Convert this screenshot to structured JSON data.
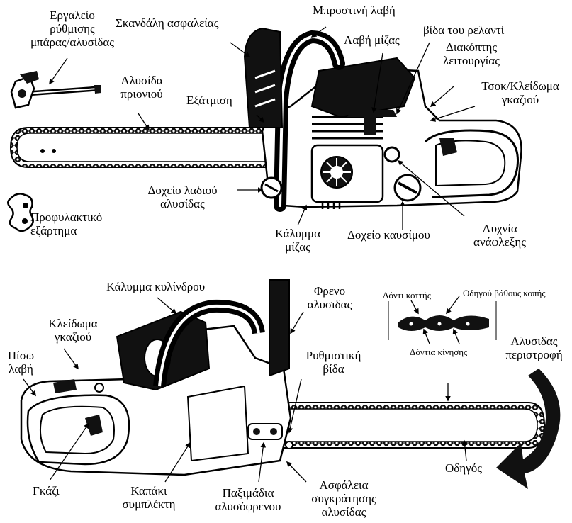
{
  "top_labels": {
    "tool": [
      "Εργαλείο",
      "ρύθμισης",
      "μπάρας/αλυσίδας"
    ],
    "safety_trigger": "Σκανδάλη ασφαλείας",
    "front_handle": "Μπροστινή λαβή",
    "starter_handle": "Λαβή μίζας",
    "idle_screw": "βίδα του ρελαντί",
    "on_off_switch": [
      "Διακόπτης",
      "λειτουργίας"
    ],
    "saw_chain": [
      "Αλυσίδα",
      "πριονιού"
    ],
    "exhaust": "Εξάτμιση",
    "choke_lock": [
      "Τσοκ/Κλείδωμα",
      "γκαζιού"
    ],
    "oil_tank": [
      "Δοχείο λαδιού",
      "αλυσίδας"
    ],
    "guard_part": [
      "Προφυλακτικό",
      "εξάρτημα"
    ],
    "starter_cover": [
      "Κάλυμμα",
      "μίζας"
    ],
    "fuel_tank": "Δοχείο καυσίμου",
    "spark_plug": [
      "Λυχνία",
      "ανάφλεξης"
    ]
  },
  "bottom_labels": {
    "cylinder_cover": "Κάλυμμα κυλίνδρου",
    "chain_brake": [
      "Φρενο",
      "αλυσιδας"
    ],
    "tooth_cutter": "Δόντι κοττής",
    "depth_gauge": "Οδηγού βάθους κοπής",
    "throttle_lock": [
      "Κλείδωμα",
      "γκαζιού"
    ],
    "rear_handle": [
      "Πίσω",
      "λαβή"
    ],
    "adjust_screw": [
      "Ρυθμιστική",
      "βίδα"
    ],
    "drive_teeth": "Δόντια κίνησης",
    "chain_rotation": [
      "Αλυσιδας",
      "περιστροφή"
    ],
    "throttle": "Γκάζι",
    "clutch_cover": [
      "Καπάκι",
      "συμπλέκτη"
    ],
    "brake_nuts": [
      "Παξιμάδια",
      "αλυσόφρενου"
    ],
    "chain_catcher": [
      "Ασφάλεια",
      "συγκράτησης",
      "αλυσίδας"
    ],
    "guide_bar": "Οδηγός"
  },
  "icons": [
    "wrench-icon",
    "chain-link-icon",
    "rotation-arrow-icon",
    "chainsaw-top",
    "chainsaw-bottom",
    "chain-detail"
  ]
}
